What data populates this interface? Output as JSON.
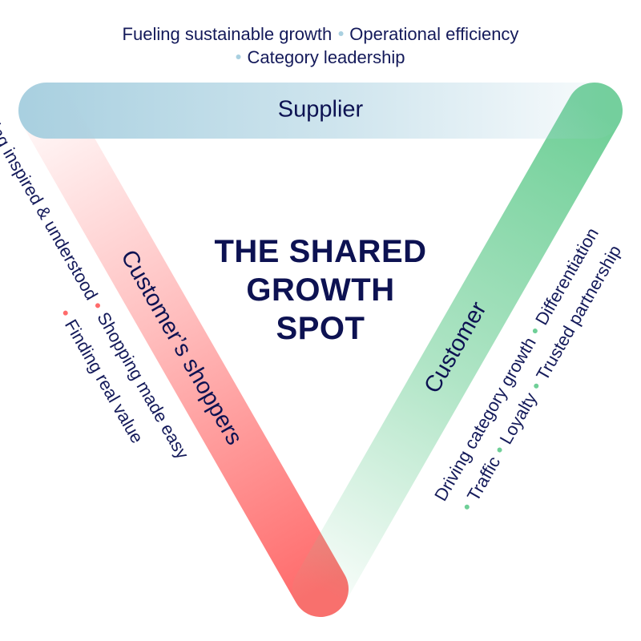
{
  "colors": {
    "navy": "#0d1252",
    "supplier_blue": "#a9d0e0",
    "shopper_red": "#ff6b6b",
    "customer_green": "#6fcf97"
  },
  "center_title": {
    "line1": "THE SHARED",
    "line2": "GROWTH",
    "line3": "SPOT"
  },
  "supplier": {
    "label": "Supplier",
    "values": [
      "Fueling sustainable growth",
      "Operational efficiency",
      "Category leadership"
    ]
  },
  "shoppers": {
    "label": "Customer’s shoppers",
    "values": [
      "Feeling inspired & understood",
      "Shopping made easy",
      "Finding real value"
    ]
  },
  "customer": {
    "label": "Customer",
    "values": [
      "Driving category growth",
      "Differentiation",
      "Traffic",
      "Loyalty",
      "Trusted partnership"
    ]
  }
}
